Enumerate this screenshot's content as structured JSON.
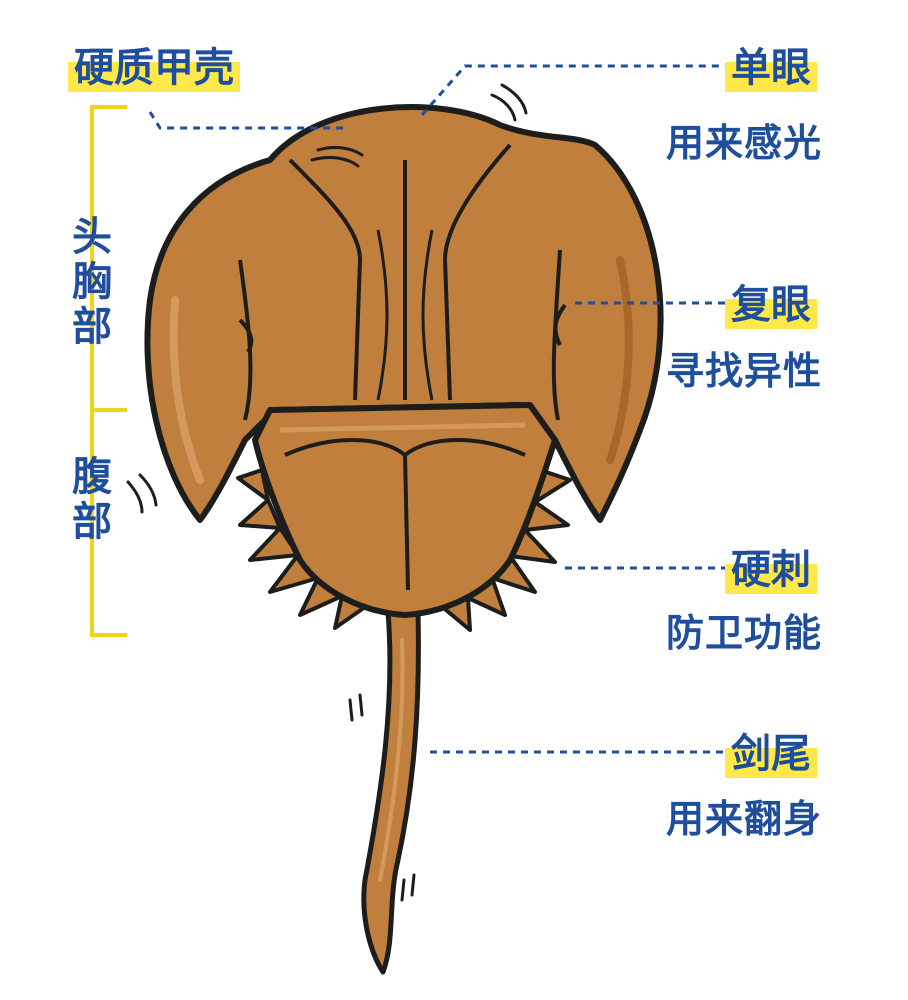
{
  "labels": {
    "carapace": "硬质甲壳",
    "cephalothorax": "头胸部",
    "abdomen": "腹部",
    "ocellus": {
      "title": "单眼",
      "desc": "用来感光"
    },
    "compound_eye": {
      "title": "复眼",
      "desc": "寻找异性"
    },
    "spines": {
      "title": "硬刺",
      "desc": "防卫功能"
    },
    "telson": {
      "title": "剑尾",
      "desc": "用来翻身"
    }
  },
  "colors": {
    "shell": "#c17f3e",
    "shell_dark": "#a9682a",
    "shell_light": "#d49a5c",
    "outline": "#1d1d1b",
    "label_blue": "#1f4e9c",
    "highlight_yellow": "#ffe94a",
    "bracket_yellow": "#f2d21b"
  }
}
